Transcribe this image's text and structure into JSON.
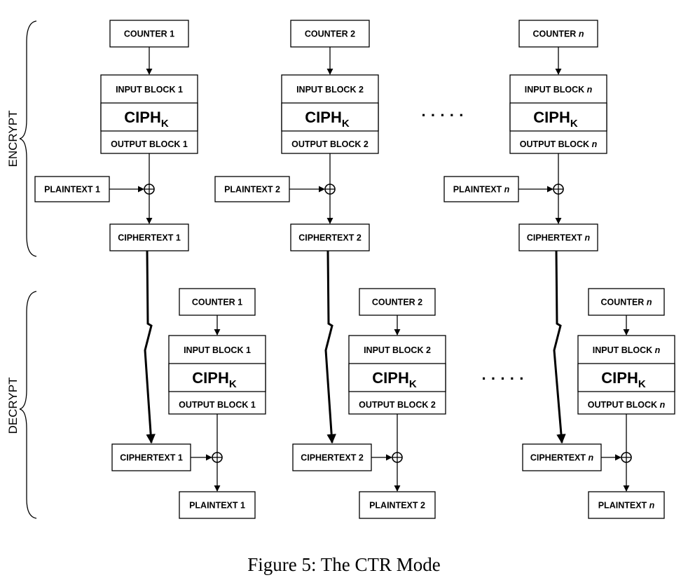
{
  "figure": {
    "caption": "Figure 5: The CTR Mode",
    "sections": {
      "encrypt": "ENCRYPT",
      "decrypt": "DECRYPT"
    },
    "cipher_main": "CIPH",
    "cipher_sub": "K",
    "ellipsis": "· · · · ·",
    "encrypt_columns": [
      {
        "counter": "COUNTER 1",
        "input": "INPUT BLOCK 1",
        "output": "OUTPUT BLOCK 1",
        "side": "PLAINTEXT 1",
        "result": "CIPHERTEXT 1"
      },
      {
        "counter": "COUNTER 2",
        "input": "INPUT BLOCK 2",
        "output": "OUTPUT BLOCK 2",
        "side": "PLAINTEXT 2",
        "result": "CIPHERTEXT 2"
      },
      {
        "counter": "COUNTER n",
        "input": "INPUT BLOCK n",
        "output": "OUTPUT BLOCK n",
        "side": "PLAINTEXT n",
        "result": "CIPHERTEXT n"
      }
    ],
    "decrypt_columns": [
      {
        "counter": "COUNTER 1",
        "input": "INPUT BLOCK 1",
        "output": "OUTPUT BLOCK 1",
        "side": "CIPHERTEXT 1",
        "result": "PLAINTEXT 1"
      },
      {
        "counter": "COUNTER 2",
        "input": "INPUT BLOCK 2",
        "output": "OUTPUT BLOCK 2",
        "side": "CIPHERTEXT 2",
        "result": "PLAINTEXT 2"
      },
      {
        "counter": "COUNTER n",
        "input": "INPUT BLOCK n",
        "output": "OUTPUT BLOCK n",
        "side": "CIPHERTEXT n",
        "result": "PLAINTEXT n"
      }
    ]
  }
}
